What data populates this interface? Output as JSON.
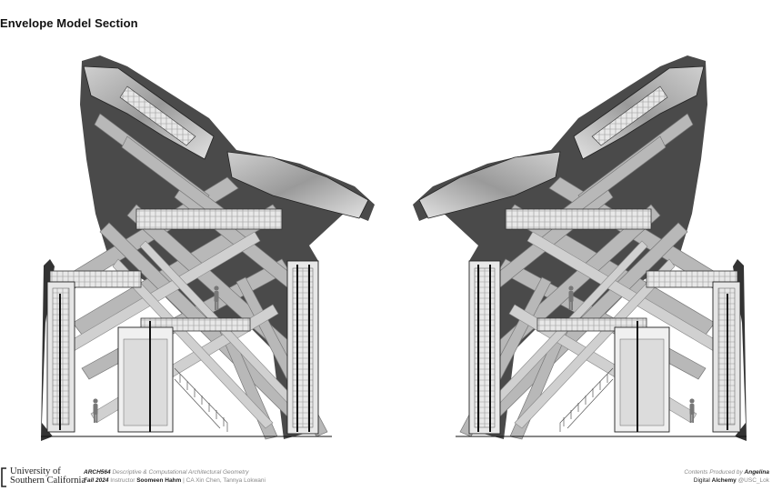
{
  "header": {
    "title": "Envelope Model Section"
  },
  "footer": {
    "university_line1": "University of",
    "university_line2": "Southern California",
    "course_code": "ARCH564",
    "course_name": "Descriptive & Computational Architectural Geometry",
    "term": "Fall 2024",
    "instructor_label": "Instructor",
    "instructor_name": "Soomeen Hahm",
    "ta_text": "| CA Xin Chen, Tannya Lokwani",
    "produced_label": "Contents Produced by",
    "author": "Angelina",
    "lab_prefix": "Digital",
    "lab_name": "Alchemy",
    "handle": "@USC_Lok"
  },
  "drawing": {
    "left_view": "section-left",
    "right_view": "section-right-mirrored",
    "human_figure_icon": "person-silhouette",
    "colors": {
      "background": "#ffffff",
      "light": "#dadada",
      "mid": "#a9a9a9",
      "dark": "#555555",
      "ink": "#111111"
    }
  }
}
